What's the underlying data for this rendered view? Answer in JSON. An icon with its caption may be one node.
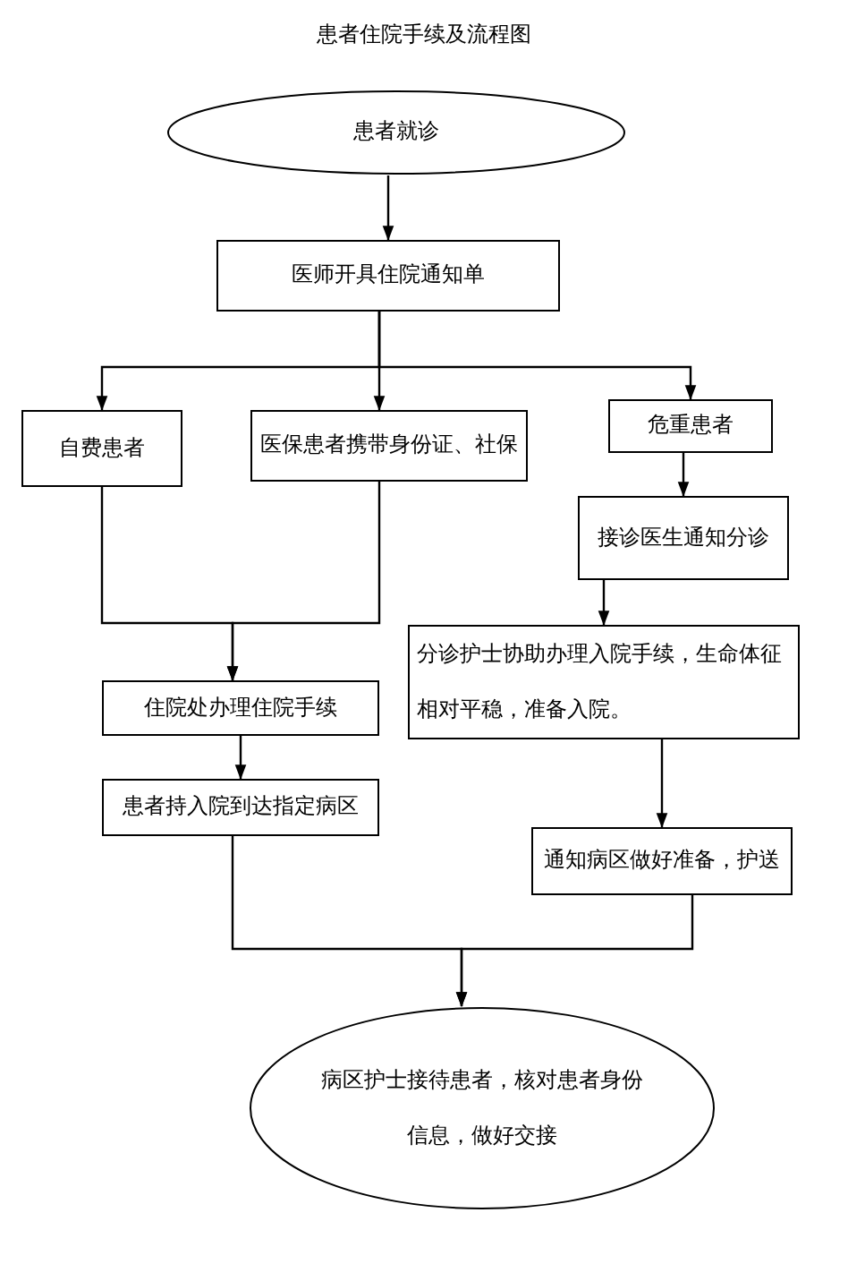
{
  "diagram": {
    "title": "患者住院手续及流程图",
    "nodes": [
      {
        "text": [
          "患者就诊"
        ]
      },
      {
        "text": [
          "医师开具住院通知单"
        ]
      },
      {
        "text": [
          "自费患者"
        ]
      },
      {
        "text": [
          "医保患者携带身份证、社保"
        ]
      },
      {
        "text": [
          "危重患者"
        ]
      },
      {
        "text": [
          "接诊医生通知分诊"
        ]
      },
      {
        "text": [
          "分诊护士协助办理入院手续，生命体征相对平稳，准备入院。"
        ]
      },
      {
        "text": [
          "住院处办理住院手续"
        ]
      },
      {
        "text": [
          "患者持入院到达指定病区"
        ]
      },
      {
        "text": [
          "通知病区做好准备，护送"
        ]
      },
      {
        "text": [
          "病区护士接待患者，核对患者身份信息，做好交接"
        ]
      }
    ],
    "edges": [
      {
        "from": 0,
        "to": 1,
        "arrow": "to"
      },
      {
        "from": 1,
        "to": 2,
        "arrow": "to"
      },
      {
        "from": 1,
        "to": 3,
        "arrow": "to"
      },
      {
        "from": 1,
        "to": 4,
        "arrow": "to"
      },
      {
        "from": 2,
        "to": 7,
        "arrow": "to"
      },
      {
        "from": 3,
        "to": 7,
        "arrow": "to"
      },
      {
        "from": 4,
        "to": 5,
        "arrow": "to"
      },
      {
        "from": 5,
        "to": 6,
        "arrow": "to"
      },
      {
        "from": 7,
        "to": 8,
        "arrow": "to"
      },
      {
        "from": 6,
        "to": 9,
        "arrow": "to"
      },
      {
        "from": 8,
        "to": 10,
        "arrow": "to"
      },
      {
        "from": 9,
        "to": 10,
        "arrow": "to"
      }
    ]
  }
}
